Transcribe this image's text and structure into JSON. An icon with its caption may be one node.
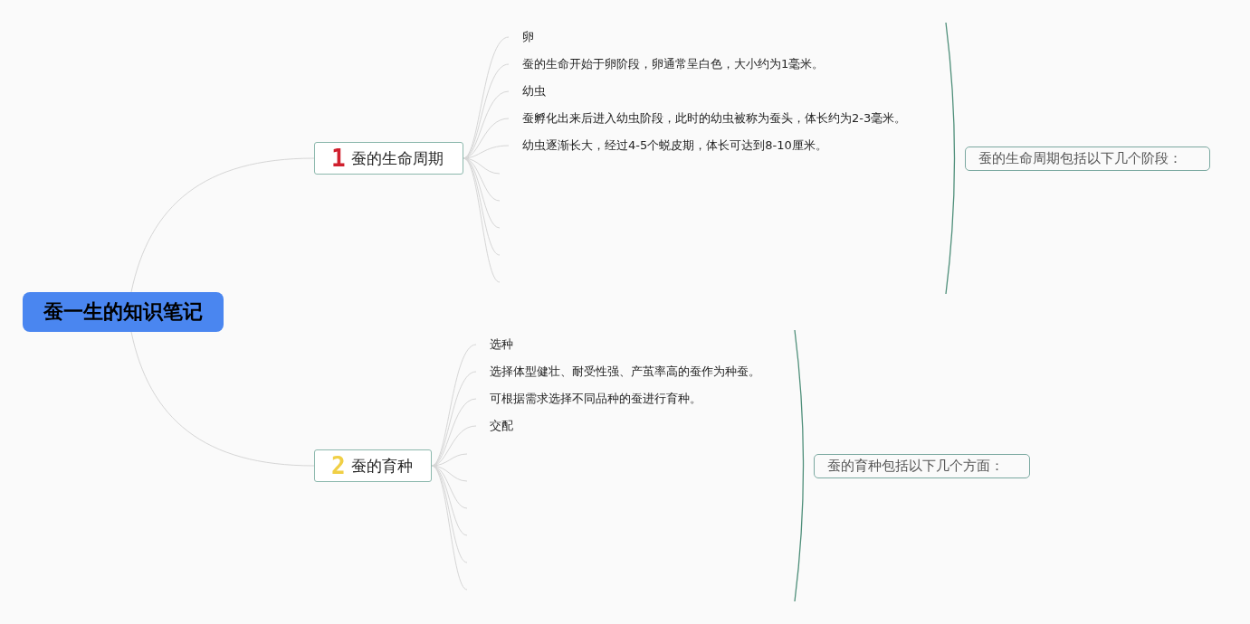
{
  "diagram": {
    "nodes": [
      {
        "text": [
          "蚕一生的知识笔记"
        ]
      },
      {
        "text": [
          "1",
          "蚕的生命周期"
        ]
      },
      {
        "text": [
          "卵"
        ]
      },
      {
        "text": [
          "蚕的生命开始于卵阶段，卵通常呈白色，大小约为1毫米。"
        ]
      },
      {
        "text": [
          "幼虫"
        ]
      },
      {
        "text": [
          "蚕孵化出来后进入幼虫阶段，此时的幼虫被称为蚕头，体长约为2-3毫米。"
        ]
      },
      {
        "text": [
          "幼虫逐渐长大，经过4-5个蜕皮期，体长可达到8-10厘米。"
        ]
      },
      {
        "text": [
          "蚕的生命周期包括以下几个阶段："
        ]
      },
      {
        "text": [
          "2",
          "蚕的育种"
        ]
      },
      {
        "text": [
          "选种"
        ]
      },
      {
        "text": [
          "选择体型健壮、耐受性强、产茧率高的蚕作为种蚕。"
        ]
      },
      {
        "text": [
          "可根据需求选择不同品种的蚕进行育种。"
        ]
      },
      {
        "text": [
          "交配"
        ]
      },
      {
        "text": [
          "蚕的育种包括以下几个方面："
        ]
      }
    ],
    "edges": [
      {
        "from": 0,
        "to": 1,
        "arrow": "none"
      },
      {
        "from": 0,
        "to": 8,
        "arrow": "none"
      },
      {
        "from": 1,
        "to": 2,
        "arrow": "none"
      },
      {
        "from": 1,
        "to": 3,
        "arrow": "none"
      },
      {
        "from": 1,
        "to": 4,
        "arrow": "none"
      },
      {
        "from": 1,
        "to": 5,
        "arrow": "none"
      },
      {
        "from": 1,
        "to": 6,
        "arrow": "none"
      },
      {
        "from": 1,
        "to": null,
        "arrow": "none"
      },
      {
        "from": 1,
        "to": null,
        "arrow": "none"
      },
      {
        "from": 1,
        "to": null,
        "arrow": "none"
      },
      {
        "from": 1,
        "to": null,
        "arrow": "none"
      },
      {
        "from": 1,
        "to": null,
        "arrow": "none"
      },
      {
        "from": 8,
        "to": 9,
        "arrow": "none"
      },
      {
        "from": 8,
        "to": 10,
        "arrow": "none"
      },
      {
        "from": 8,
        "to": 11,
        "arrow": "none"
      },
      {
        "from": 8,
        "to": 12,
        "arrow": "none"
      },
      {
        "from": 8,
        "to": null,
        "arrow": "none"
      },
      {
        "from": 8,
        "to": null,
        "arrow": "none"
      },
      {
        "from": 8,
        "to": null,
        "arrow": "none"
      },
      {
        "from": 8,
        "to": null,
        "arrow": "none"
      },
      {
        "from": 8,
        "to": null,
        "arrow": "none"
      },
      {
        "from": 8,
        "to": null,
        "arrow": "none"
      }
    ]
  }
}
